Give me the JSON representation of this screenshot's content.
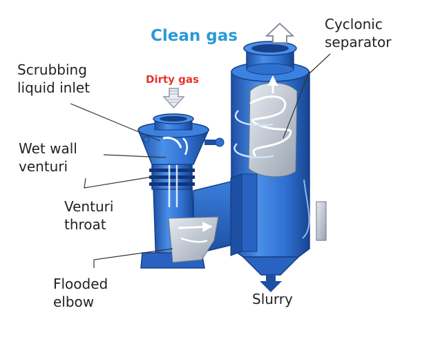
{
  "labels": {
    "clean_gas": "Clean gas",
    "dirty_gas": "Dirty gas",
    "cyclonic_separator_1": "Cyclonic",
    "cyclonic_separator_2": "separator",
    "scrubbing_liquid_inlet_1": "Scrubbing",
    "scrubbing_liquid_inlet_2": "liquid inlet",
    "wet_wall_venturi_1": "Wet wall",
    "wet_wall_venturi_2": "venturi",
    "venturi_throat_1": "Venturi",
    "venturi_throat_2": "throat",
    "flooded_elbow_1": "Flooded",
    "flooded_elbow_2": "elbow",
    "slurry": "Slurry"
  },
  "colors": {
    "vessel_blue": "#2f6fd0",
    "vessel_dark": "#1d4fa3",
    "clean_gas_text": "#2a9ad8",
    "dirty_gas_text": "#e8322a"
  }
}
